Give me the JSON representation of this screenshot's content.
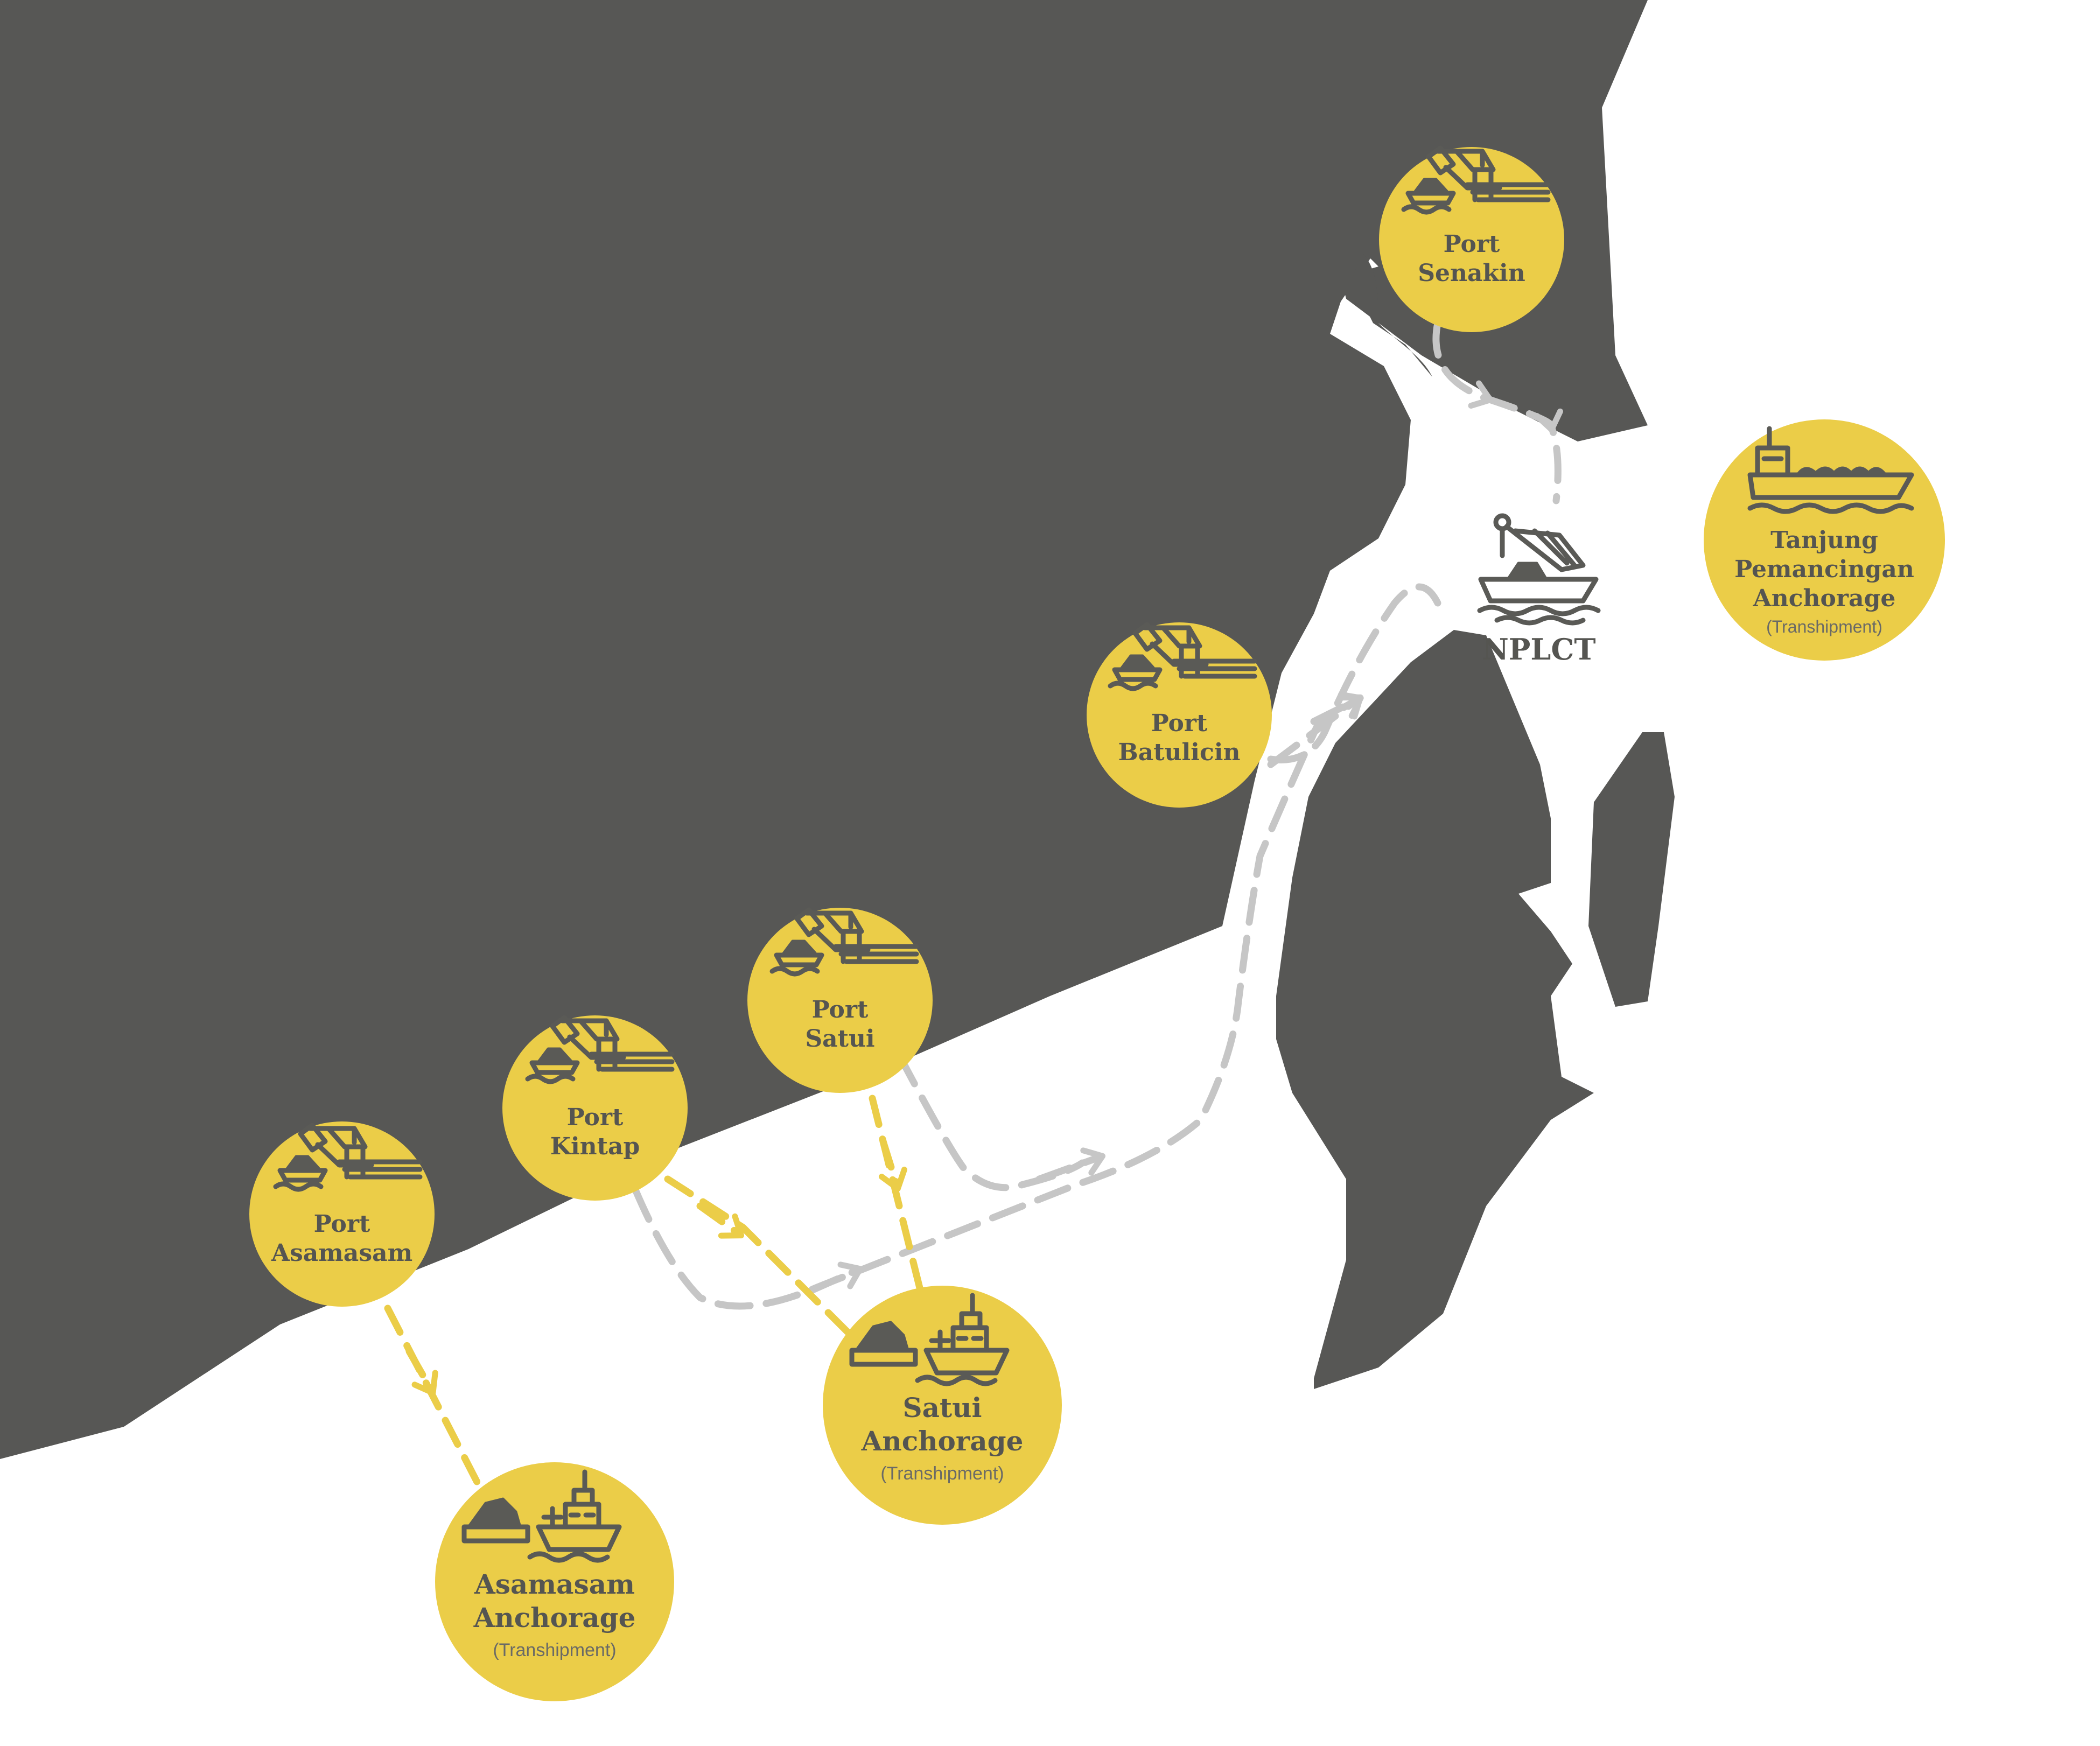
{
  "colors": {
    "land": "#575755",
    "sea": "#ffffff",
    "marker": "#ebcd48",
    "text": "#555551",
    "subtext": "#6a6a66",
    "route_grey": "#c6c6c6",
    "route_yellow": "#ebcd48"
  },
  "locations": {
    "senakin": {
      "line1": "Port",
      "line2": "Senakin",
      "icon": "port-loader-icon"
    },
    "batulicin": {
      "line1": "Port",
      "line2": "Batulicin",
      "icon": "port-loader-icon"
    },
    "satui": {
      "line1": "Port",
      "line2": "Satui",
      "icon": "port-loader-icon"
    },
    "kintap": {
      "line1": "Port",
      "line2": "Kintap",
      "icon": "port-loader-icon"
    },
    "asamasam": {
      "line1": "Port",
      "line2": "Asamasam",
      "icon": "port-loader-icon"
    },
    "npclt": {
      "label": "NPLCT",
      "icon": "floating-crane-icon"
    },
    "tanjung": {
      "line1": "Tanjung",
      "line2": "Pemancingan",
      "line3": "Anchorage",
      "sub": "(Transhipment)",
      "icon": "bulk-carrier-icon"
    },
    "satui_anch": {
      "line1": "Satui",
      "line2": "Anchorage",
      "sub": "(Transhipment)",
      "icon": "barge-ship-icon"
    },
    "asamasam_anch": {
      "line1": "Asamasam",
      "line2": "Anchorage",
      "sub": "(Transhipment)",
      "icon": "barge-ship-icon"
    }
  }
}
